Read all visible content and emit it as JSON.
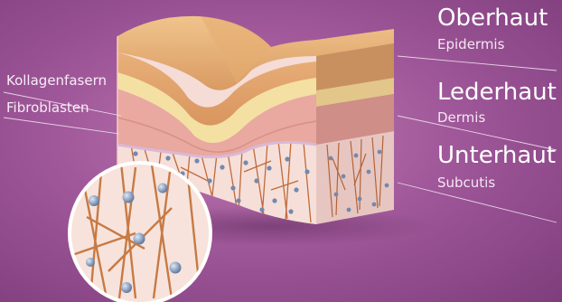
{
  "labels": {
    "layers": [
      {
        "name": "Oberhaut",
        "latin": "Epidermis"
      },
      {
        "name": "Lederhaut",
        "latin": "Dermis"
      },
      {
        "name": "Unterhaut",
        "latin": "Subcutis"
      }
    ],
    "left": [
      "Kollagenfasern",
      "Fibroblasten"
    ]
  },
  "colors": {
    "background": "#a0589a",
    "epidermis": "#e8b57e",
    "dermis_yellow": "#f3dea0",
    "dermis_pink": "#e8a7a0",
    "subcutis": "#f7ded8",
    "fiber": "#c06a3a",
    "cell": "#7a8fb0"
  }
}
